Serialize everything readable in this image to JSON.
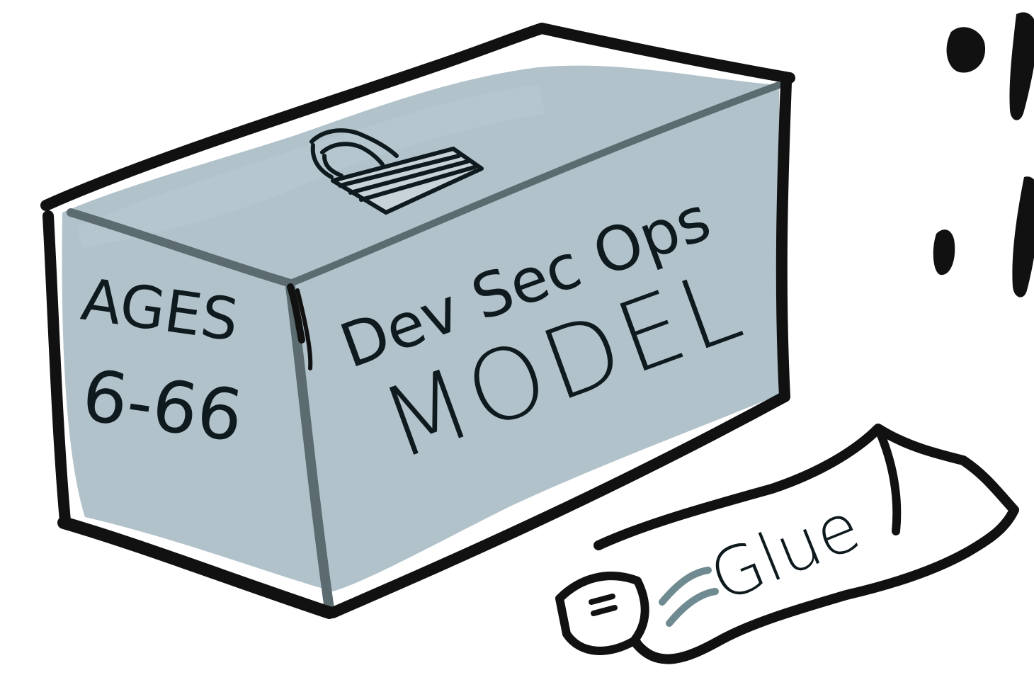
{
  "box": {
    "side_label_line1": "AGES",
    "side_label_line2": "6-66",
    "front_label_line1": "Dev Sec Ops",
    "front_label_line2": "MODEL"
  },
  "tube": {
    "label": "Glue"
  },
  "icons": {
    "lid": "padlock-icon",
    "tube": "glue-tube-icon"
  },
  "colors": {
    "box_fill": "#adbfc8",
    "box_shade": "#5b6b70",
    "ink": "#111111",
    "paper": "#ffffff"
  }
}
